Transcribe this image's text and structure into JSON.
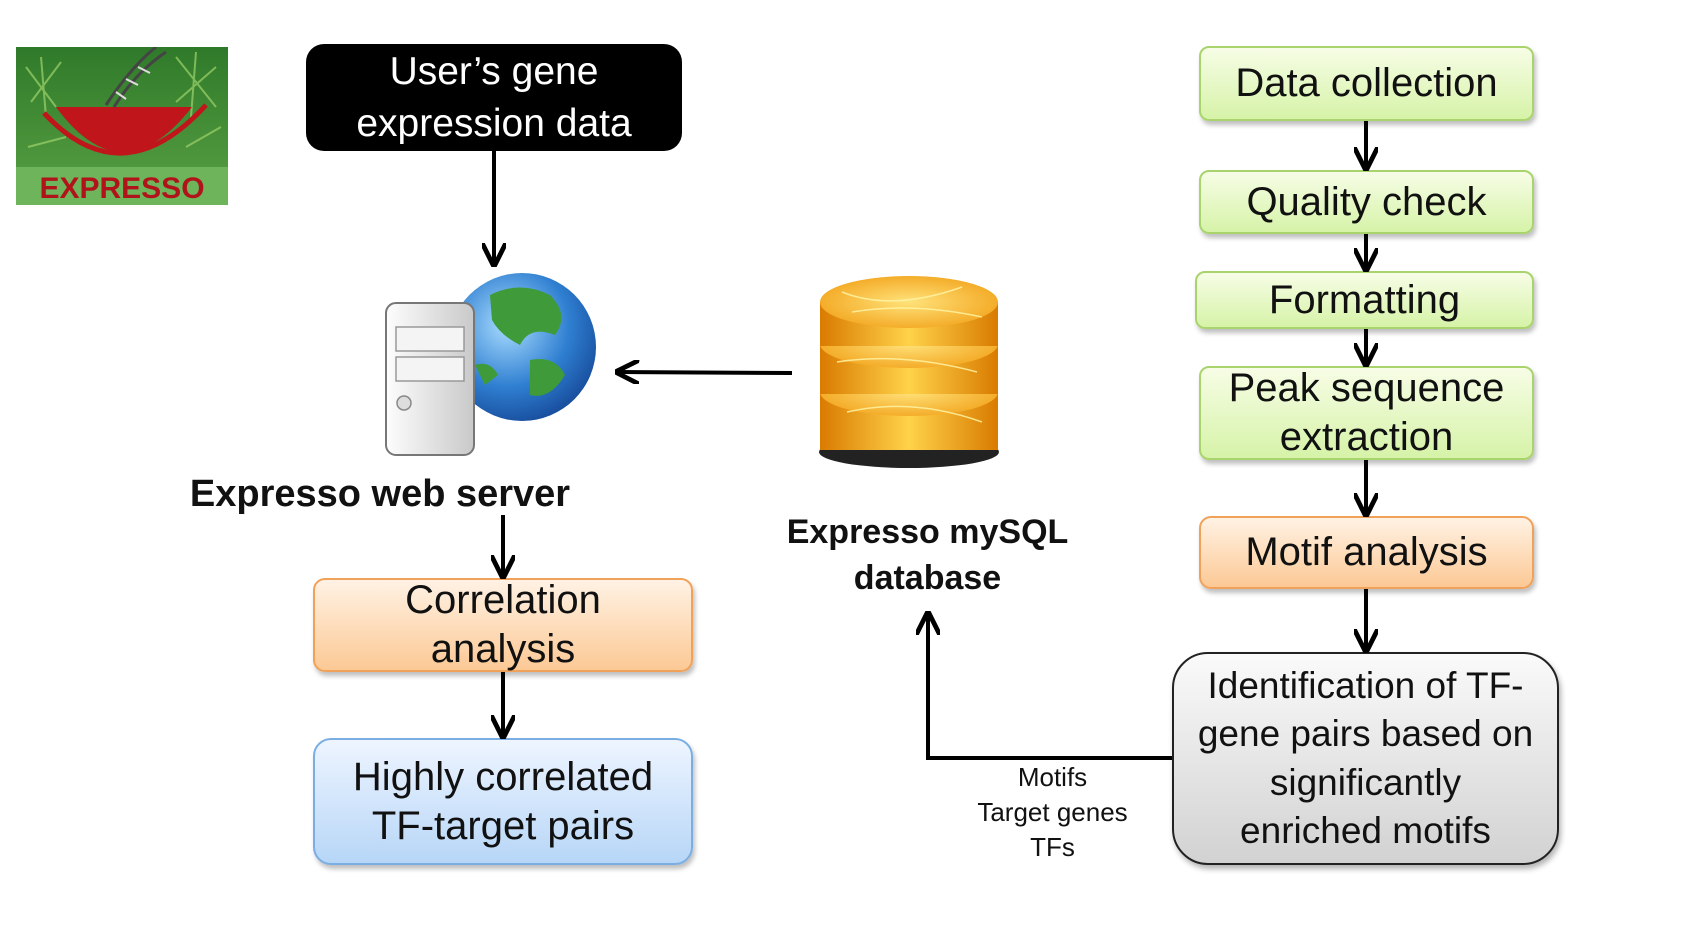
{
  "logo": {
    "text": "EXPRESSO"
  },
  "input_box": {
    "label": "User’s gene expression data"
  },
  "web_server": {
    "label": "Expresso web server"
  },
  "database": {
    "label": "Expresso mySQL database"
  },
  "left_flow": {
    "correlation": "Correlation analysis",
    "result": "Highly correlated TF-target pairs"
  },
  "pipeline": {
    "steps": [
      "Data collection",
      "Quality check",
      "Formatting",
      "Peak sequence extraction",
      "Motif analysis",
      "Identification of TF-gene pairs based on significantly enriched motifs"
    ]
  },
  "edge_labels": {
    "outputs": [
      "Motifs",
      "Target genes",
      "TFs"
    ]
  }
}
